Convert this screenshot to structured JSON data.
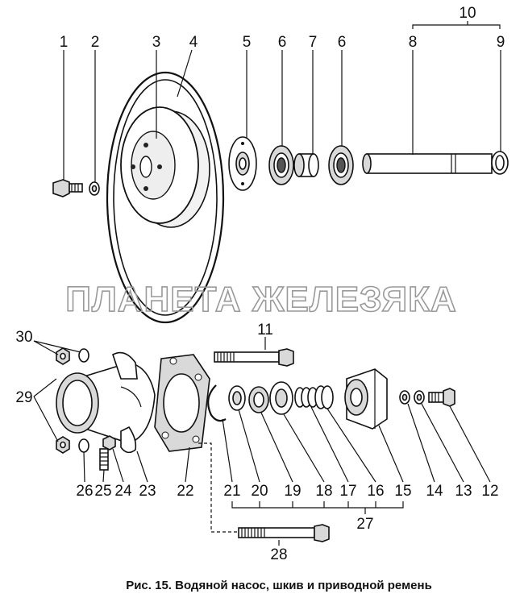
{
  "diagram": {
    "watermark": "ПЛАНЕТА ЖЕЛЕЗЯКА",
    "caption": "Рис. 15. Водяной насос, шкив и приводной ремень",
    "labels": {
      "1": "1",
      "2": "2",
      "3": "3",
      "4": "4",
      "5": "5",
      "6a": "6",
      "7": "7",
      "6b": "6",
      "8": "8",
      "9": "9",
      "10": "10",
      "11": "11",
      "12": "12",
      "13": "13",
      "14": "14",
      "15": "15",
      "16": "16",
      "17": "17",
      "18": "18",
      "19": "19",
      "20": "20",
      "21": "21",
      "22": "22",
      "23": "23",
      "24": "24",
      "25": "25",
      "26": "26",
      "27": "27",
      "28": "28",
      "29": "29",
      "30": "30"
    }
  }
}
